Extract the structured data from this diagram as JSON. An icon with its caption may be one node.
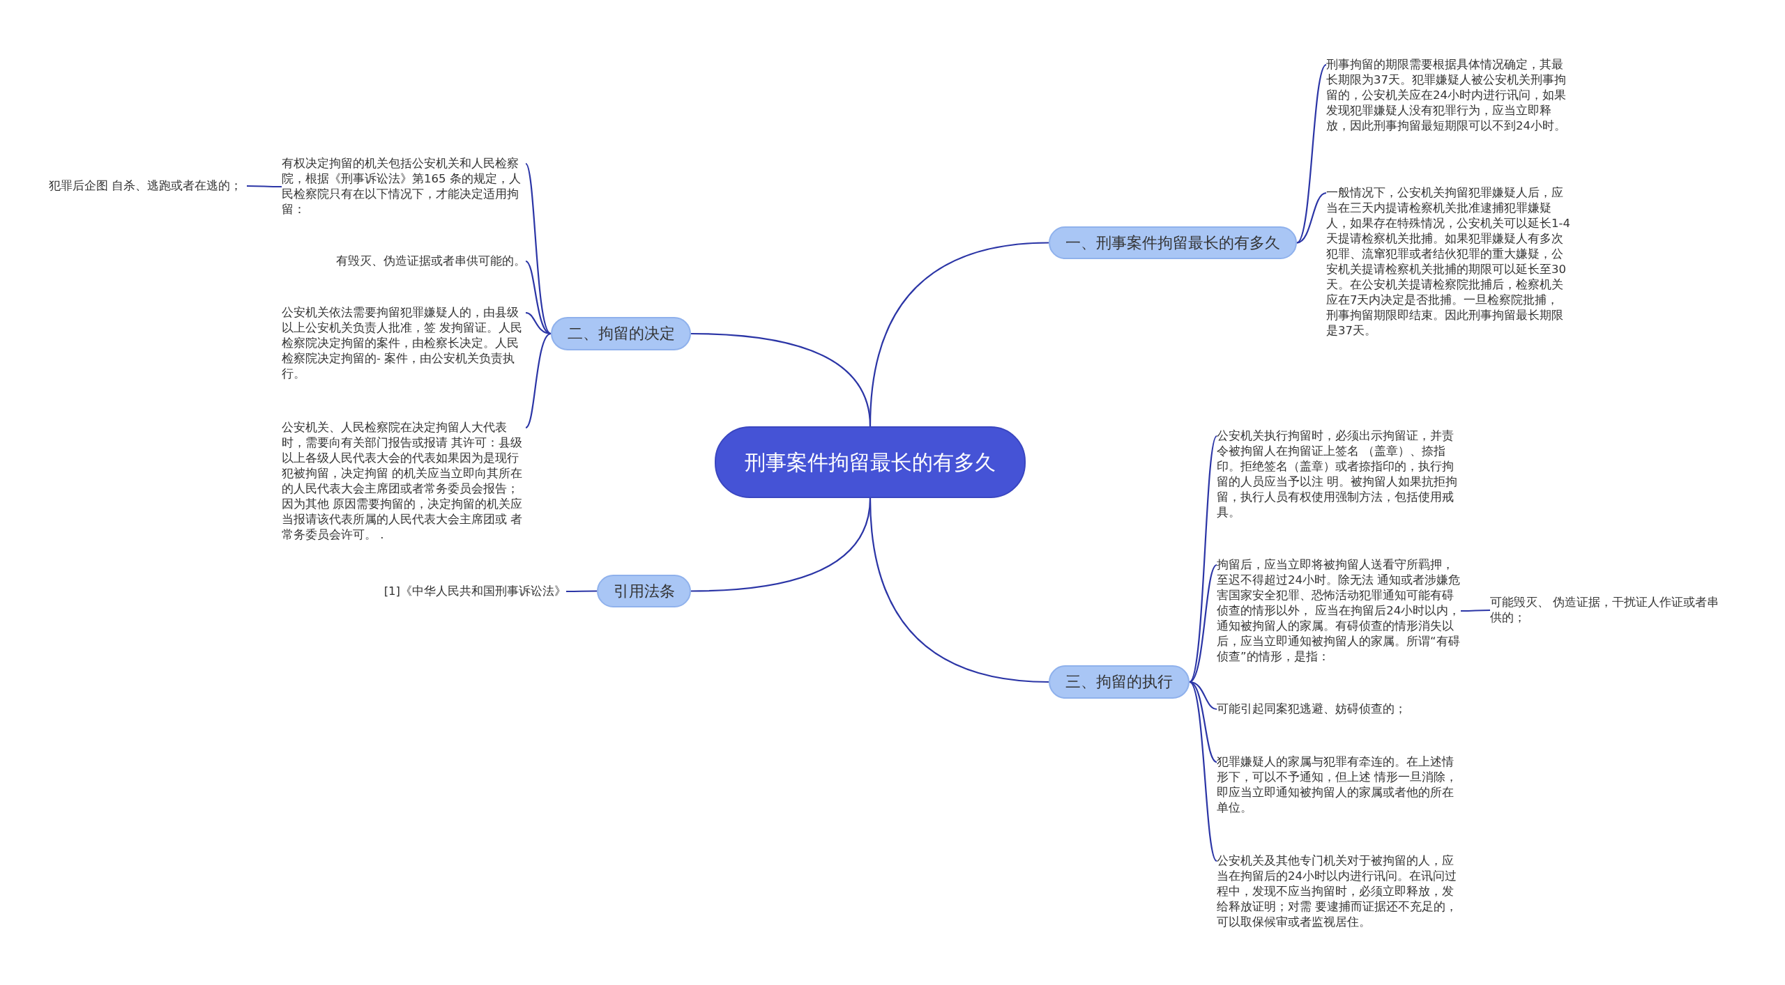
{
  "diagram": {
    "nodes": [
      {
        "text": [
          "刑事案件拘留最长的有多久"
        ]
      },
      {
        "text": [
          "一、刑事案件拘留最长的有多久"
        ]
      },
      {
        "text": [
          "刑事拘留的期限需要根据具体情况确定，其最长期限为37天。犯罪嫌疑人被公安机关刑事拘留的，公安机关应在24小时内进行讯问，如果发现犯罪嫌疑人没有犯罪行为，应当立即释放，因此刑事拘留最短期限可以不到24小时。"
        ]
      },
      {
        "text": [
          "一般情况下，公安机关拘留犯罪嫌疑人后，应当在三天内提请检察机关批准逮捕犯罪嫌疑人，如果存在特殊情况，公安机关可以延长1-4天提请检察机关批捕。如果犯罪嫌疑人有多次犯罪、流窜犯罪或者结伙犯罪的重大嫌疑，公安机关提请检察机关批捕的期限可以延长至30天。在公安机关提请检察院批捕后，检察机关应在7天内决定是否批捕。一旦检察院批捕，刑事拘留期限即结束。因此刑事拘留最长期限是37天。"
        ]
      },
      {
        "text": [
          "二、拘留的决定"
        ]
      },
      {
        "text": [
          "有权决定拘留的机关包括公安机关和人民检察院，根据《刑事诉讼法》第165 条的规定，人民检察院只有在以下情况下，才能决定适用拘留："
        ]
      },
      {
        "text": [
          "犯罪后企图 自杀、逃跑或者在逃的；"
        ]
      },
      {
        "text": [
          "有毁灭、伪造证据或者串供可能的。"
        ]
      },
      {
        "text": [
          "公安机关依法需要拘留犯罪嫌疑人的，由县级以上公安机关负责人批准，签 发拘留证。人民检察院决定拘留的案件，由检察长决定。人民检察院决定拘留的- 案件，由公安机关负责执行。"
        ]
      },
      {
        "text": [
          "公安机关、人民检察院在决定拘留人大代表时，需要向有关部门报告或报请 其许可：县级以上各级人民代表大会的代表如果因为是现行犯被拘留，决定拘留 的机关应当立即向其所在的人民代表大会主席团或者常务委员会报告；因为其他 原因需要拘留的，决定拘留的机关应当报请该代表所属的人民代表大会主席团或 者常务委员会许可。 ."
        ]
      },
      {
        "text": [
          "引用法条"
        ]
      },
      {
        "text": [
          "[1]《中华人民共和国刑事诉讼法》"
        ]
      },
      {
        "text": [
          "三、拘留的执行"
        ]
      },
      {
        "text": [
          "公安机关执行拘留时，必须出示拘留证，并责令被拘留人在拘留证上签名 （盖章）、捺指印。拒绝签名（盖章）或者捺指印的，执行拘留的人员应当予以注 明。被拘留人如果抗拒拘留，执行人员有权使用强制方法，包括使用戒具。"
        ]
      },
      {
        "text": [
          "拘留后，应当立即将被拘留人送看守所羁押，至迟不得超过24小时。除无法 通知或者涉嫌危害国家安全犯罪、恐怖活动犯罪通知可能有碍侦查的情形以外， 应当在拘留后24小时以内，通知被拘留人的家属。有碍侦查的情形消失以后，应当立即通知被拘留人的家属。所谓“有碍侦查”的情形，是指："
        ]
      },
      {
        "text": [
          "可能毁灭、 伪造证据，干扰证人作证或者串供的；"
        ]
      },
      {
        "text": [
          "可能引起同案犯逃避、妨碍侦查的；"
        ]
      },
      {
        "text": [
          "犯罪嫌疑人的家属与犯罪有牵连的。在上述情形下，可以不予通知，但上述 情形一旦消除，即应当立即通知被拘留人的家属或者他的所在单位。"
        ]
      },
      {
        "text": [
          "公安机关及其他专门机关对于被拘留的人，应当在拘留后的24小时以内进行讯问。在讯问过程中，发现不应当拘留时，必须立即释放，发给释放证明；对需 要逮捕而证据还不充足的，可以取保候审或者监视居住。"
        ]
      }
    ],
    "edges": [
      {
        "from": 0,
        "to": 1,
        "arrow": "none"
      },
      {
        "from": 1,
        "to": 2,
        "arrow": "none"
      },
      {
        "from": 1,
        "to": 3,
        "arrow": "none"
      },
      {
        "from": 0,
        "to": 4,
        "arrow": "none"
      },
      {
        "from": 4,
        "to": 5,
        "arrow": "none"
      },
      {
        "from": 5,
        "to": 6,
        "arrow": "none"
      },
      {
        "from": 4,
        "to": 7,
        "arrow": "none"
      },
      {
        "from": 4,
        "to": 8,
        "arrow": "none"
      },
      {
        "from": 4,
        "to": 9,
        "arrow": "none"
      },
      {
        "from": 0,
        "to": 10,
        "arrow": "none"
      },
      {
        "from": 10,
        "to": 11,
        "arrow": "none"
      },
      {
        "from": 0,
        "to": 12,
        "arrow": "none"
      },
      {
        "from": 12,
        "to": 13,
        "arrow": "none"
      },
      {
        "from": 12,
        "to": 14,
        "arrow": "none"
      },
      {
        "from": 14,
        "to": 15,
        "arrow": "none"
      },
      {
        "from": 12,
        "to": 16,
        "arrow": "none"
      },
      {
        "from": 12,
        "to": 17,
        "arrow": "none"
      },
      {
        "from": 12,
        "to": 18,
        "arrow": "none"
      }
    ]
  }
}
